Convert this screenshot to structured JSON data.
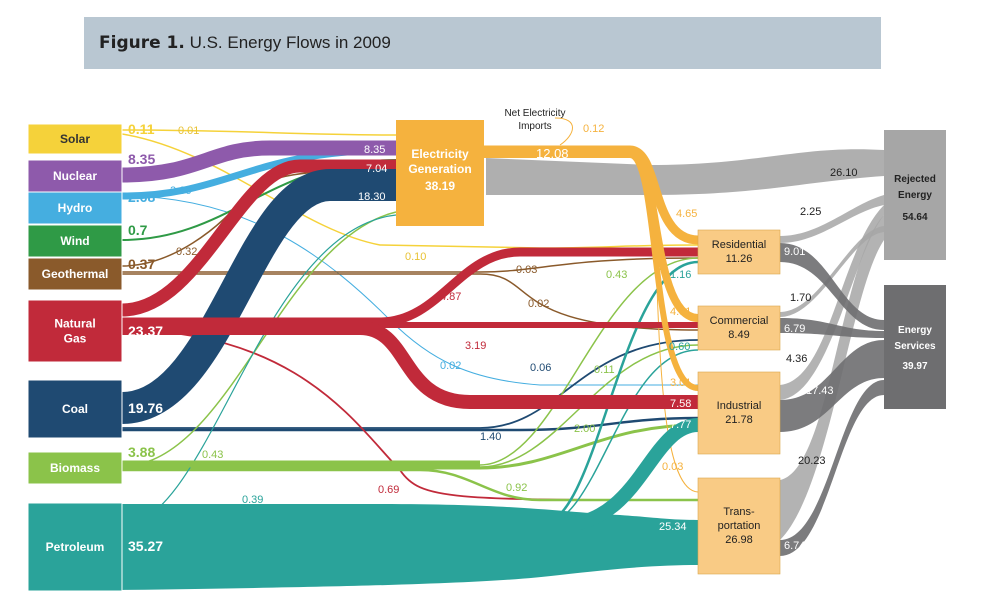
{
  "figure": {
    "label": "Figure 1.",
    "title": "U.S. Energy Flows in 2009"
  },
  "colors": {
    "solar": "#f5d23a",
    "nuclear": "#8e5aab",
    "hydro": "#45aee0",
    "wind": "#2f9a46",
    "geothermal": "#8a5a2b",
    "natural_gas": "#c12a3a",
    "coal": "#1f4a72",
    "biomass": "#8bc34a",
    "petroleum": "#2aa39a",
    "electricity": "#f5b23e",
    "sector_box": "#f9cb85",
    "rejected": "#a6a6a6",
    "services": "#6e6e70"
  },
  "sources": [
    {
      "id": "solar",
      "label": "Solar",
      "value": "0.11"
    },
    {
      "id": "nuclear",
      "label": "Nuclear",
      "value": "8.35"
    },
    {
      "id": "hydro",
      "label": "Hydro",
      "value": "2.68"
    },
    {
      "id": "wind",
      "label": "Wind",
      "value": "0.7"
    },
    {
      "id": "geothermal",
      "label": "Geothermal",
      "value": "0.37"
    },
    {
      "id": "natural_gas",
      "label": "Natural\nGas",
      "value": "23.37"
    },
    {
      "id": "coal",
      "label": "Coal",
      "value": "19.76"
    },
    {
      "id": "biomass",
      "label": "Biomass",
      "value": "3.88"
    },
    {
      "id": "petroleum",
      "label": "Petroleum",
      "value": "35.27"
    }
  ],
  "electricity": {
    "label": "Electricity\nGeneration",
    "value": "38.19",
    "net_imports_label": "Net Electricity\nImports",
    "net_imports_value": "0.12",
    "to_sectors": "12.08"
  },
  "sectors": [
    {
      "id": "residential",
      "label": "Residential",
      "value": "11.26"
    },
    {
      "id": "commercial",
      "label": "Commercial",
      "value": "8.49"
    },
    {
      "id": "industrial",
      "label": "Industrial",
      "value": "21.78"
    },
    {
      "id": "transportation",
      "label": "Trans-\nportation",
      "value": "26.98"
    }
  ],
  "outputs": {
    "rejected": {
      "label": "Rejected\nEnergy",
      "value": "54.64"
    },
    "services": {
      "label": "Energy\nServices",
      "value": "39.97"
    }
  },
  "flow_labels": [
    {
      "id": "solar-elec",
      "text": "0.01",
      "color": "#e8c234"
    },
    {
      "id": "nuclear-elec",
      "text": "8.35",
      "color": "#ffffff"
    },
    {
      "id": "hydro-elec",
      "text": "2.66",
      "color": "#45aee0"
    },
    {
      "id": "gas-elec",
      "text": "7.04",
      "color": "#ffffff"
    },
    {
      "id": "coal-elec",
      "text": "18.30",
      "color": "#ffffff"
    },
    {
      "id": "geo-elec",
      "text": "0.32",
      "color": "#8a5a2b"
    },
    {
      "id": "solar-res",
      "text": "0.10",
      "color": "#e8c234"
    },
    {
      "id": "geo-res",
      "text": "0.03",
      "color": "#8a5a2b"
    },
    {
      "id": "geo-com",
      "text": "0.02",
      "color": "#8a5a2b"
    },
    {
      "id": "gas-res",
      "text": "4.87",
      "color": "#c12a3a"
    },
    {
      "id": "gas-com",
      "text": "3.19",
      "color": "#c12a3a"
    },
    {
      "id": "hydro-ind",
      "text": "0.02",
      "color": "#45aee0"
    },
    {
      "id": "coal-com",
      "text": "0.06",
      "color": "#1f4a72"
    },
    {
      "id": "coal-ind",
      "text": "1.40",
      "color": "#1f4a72"
    },
    {
      "id": "bio-elec",
      "text": "0.43",
      "color": "#8bc34a"
    },
    {
      "id": "bio-res",
      "text": "0.43",
      "color": "#8bc34a"
    },
    {
      "id": "bio-com",
      "text": "0.11",
      "color": "#8bc34a"
    },
    {
      "id": "bio-ind",
      "text": "2.00",
      "color": "#8bc34a"
    },
    {
      "id": "bio-trans",
      "text": "0.92",
      "color": "#8bc34a"
    },
    {
      "id": "gas-trans",
      "text": "0.69",
      "color": "#c12a3a"
    },
    {
      "id": "pet-elec",
      "text": "0.39",
      "color": "#2aa39a"
    },
    {
      "id": "pet-res",
      "text": "1.16",
      "color": "#2aa39a"
    },
    {
      "id": "pet-com",
      "text": "0.60",
      "color": "#2aa39a"
    },
    {
      "id": "pet-ind",
      "text": "7.77",
      "color": "#ffffff"
    },
    {
      "id": "pet-trans",
      "text": "25.34",
      "color": "#ffffff"
    },
    {
      "id": "elec-res",
      "text": "4.65",
      "color": "#f5b23e"
    },
    {
      "id": "elec-com",
      "text": "4.51",
      "color": "#f5b23e"
    },
    {
      "id": "elec-ind",
      "text": "3.01",
      "color": "#f5b23e"
    },
    {
      "id": "elec-trans",
      "text": "0.03",
      "color": "#f5b23e"
    },
    {
      "id": "gas-ind",
      "text": "7.58",
      "color": "#ffffff"
    },
    {
      "id": "elec-rej",
      "text": "26.10",
      "color": "#222222"
    },
    {
      "id": "res-rej",
      "text": "2.25",
      "color": "#222222"
    },
    {
      "id": "res-serv",
      "text": "9.01",
      "color": "#ffffff"
    },
    {
      "id": "com-rej",
      "text": "1.70",
      "color": "#222222"
    },
    {
      "id": "com-serv",
      "text": "6.79",
      "color": "#ffffff"
    },
    {
      "id": "ind-rej",
      "text": "4.36",
      "color": "#222222"
    },
    {
      "id": "ind-serv",
      "text": "17.43",
      "color": "#ffffff"
    },
    {
      "id": "trans-rej",
      "text": "20.23",
      "color": "#222222"
    },
    {
      "id": "trans-serv",
      "text": "6.74",
      "color": "#ffffff"
    }
  ]
}
